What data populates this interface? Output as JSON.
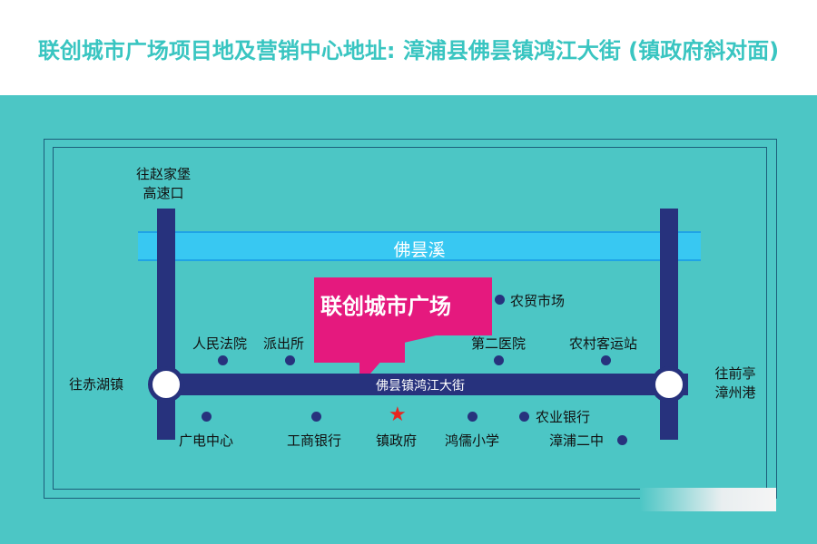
{
  "header": {
    "title": "联创城市广场项目地及营销中心地址: 漳浦县佛昙镇鸿江大街 (镇政府斜对面)"
  },
  "map": {
    "river": "佛昙溪",
    "main_street": "佛昙镇鸿江大街",
    "project": "联创城市广场",
    "directions": {
      "north_line1": "往赵家堡",
      "north_line2": "高速口",
      "west": "往赤湖镇",
      "east_line1": "往前亭",
      "east_line2": "漳州港"
    },
    "places": {
      "nongmao": "农贸市场",
      "renmin_fayuan": "人民法院",
      "paichusuo": "派出所",
      "dier_yiyuan": "第二医院",
      "nongcun_keyunzhan": "农村客运站",
      "guangdian": "广电中心",
      "gongshang": "工商银行",
      "zhenzhengfu": "镇政府",
      "hongru": "鸿儒小学",
      "nongye": "农业银行",
      "zhangpu_erzhong": "漳浦二中"
    },
    "colors": {
      "background": "#4cc6c5",
      "road": "#27327d",
      "river": "#38c8f2",
      "project": "#e5197e",
      "government_star": "#e8251f",
      "title": "#39c5c1"
    },
    "icons": {
      "government": "star-icon",
      "place": "dot-icon",
      "intersection": "roundabout-icon"
    }
  }
}
